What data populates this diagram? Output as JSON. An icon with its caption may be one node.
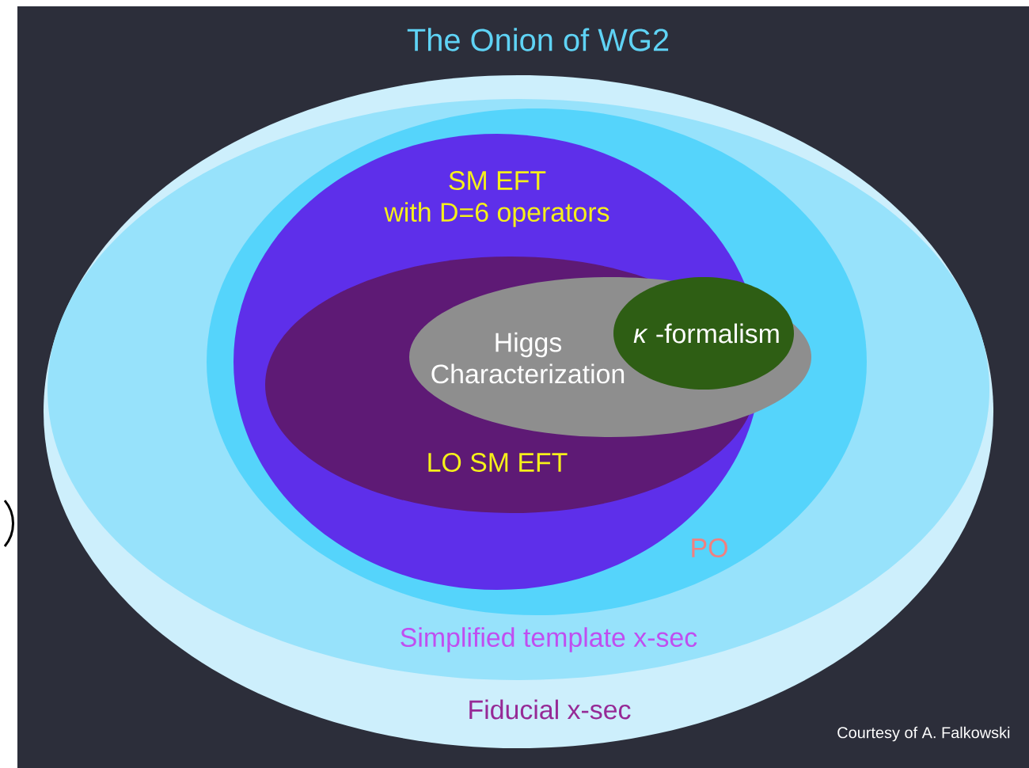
{
  "diagram": {
    "title": "The Onion of WG2",
    "nodes": [
      {
        "text": [
          "Fiducial x-sec"
        ]
      },
      {
        "text": [
          "Simplified template x-sec"
        ],
        "in": 0
      },
      {
        "text": [
          "PO"
        ],
        "in": 1
      },
      {
        "text": [
          "SM EFT",
          "with D=6 operators"
        ],
        "in": 2
      },
      {
        "text": [
          "LO SM EFT"
        ],
        "in": 3
      },
      {
        "text": [
          "Higgs Characterization"
        ],
        "in": 2
      },
      {
        "text": [
          "*κ* -formalism"
        ],
        "in": 5
      }
    ],
    "edges": [],
    "labels": [
      "Courtesy of A. Falkowski"
    ]
  }
}
